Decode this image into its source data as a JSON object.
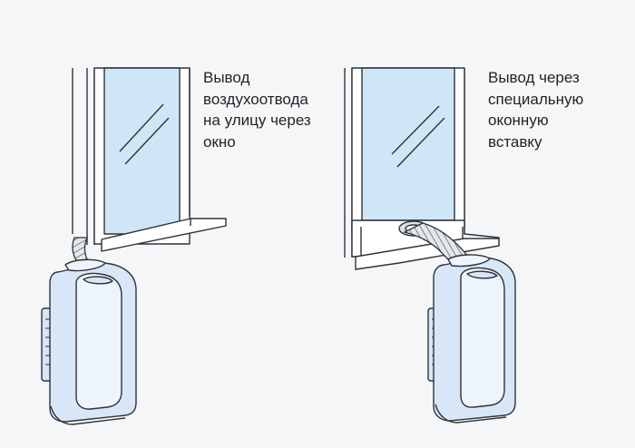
{
  "captions": {
    "left": {
      "lines": [
        "Вывод",
        "воздухоотвода",
        "на улицу через",
        "окно"
      ]
    },
    "right": {
      "lines": [
        "Вывод через",
        "специальную",
        "оконную",
        "вставку"
      ]
    }
  },
  "colors": {
    "background": "#f5f6f7",
    "outline": "#2e3338",
    "glass": "#cfe6f6",
    "unit_body": "#d8e6f8",
    "unit_panel": "#eef4fc",
    "frame": "#ffffff",
    "hose": "#dfe3e8"
  }
}
